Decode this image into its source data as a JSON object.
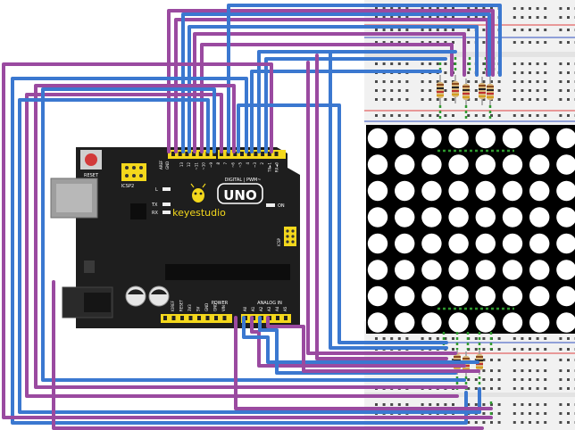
{
  "board": {
    "brand": "keyestudio",
    "model": "UNO",
    "reset_label": "RESET",
    "icsp2_label": "ICSP2",
    "icsp_label": "ICSP",
    "digital_label": "DIGITAL | PWM~",
    "power_label": "POWER",
    "analog_label": "ANALOG IN",
    "on_label": "ON",
    "tx_label": "TX",
    "rx_label": "RX",
    "l_label": "L",
    "aref_label": "AREF",
    "gnd_label": "GND",
    "digital_pins": [
      "13",
      "12",
      "~11",
      "~10",
      "~9",
      "8",
      "7",
      "~6",
      "~5",
      "4",
      "~3",
      "2",
      "TX►1",
      "RX◄0"
    ],
    "power_pins": [
      "IOREF",
      "RESET",
      "3V3",
      "5V",
      "GND",
      "GND",
      "VIN"
    ],
    "analog_pins": [
      "A0",
      "A1",
      "A2",
      "A3",
      "A4",
      "A5"
    ],
    "colors": {
      "pcb": "#1e1e1e",
      "header": "#f4d81c",
      "silk": "#ffffff",
      "reset": "#d23a3a"
    }
  },
  "matrix": {
    "rows": 8,
    "cols": 8,
    "colors": {
      "body": "#000000",
      "dot": "#ffffff"
    }
  },
  "wires": {
    "colors": {
      "blue": "#3b78d0",
      "purple": "#9a4aa0",
      "lead": "#2f9a2f"
    }
  },
  "breadboard": {
    "colors": {
      "body": "#f1f1f1",
      "hole": "#4a4a4a",
      "rail_red": "#e04040",
      "rail_blue": "#3050c0"
    }
  }
}
